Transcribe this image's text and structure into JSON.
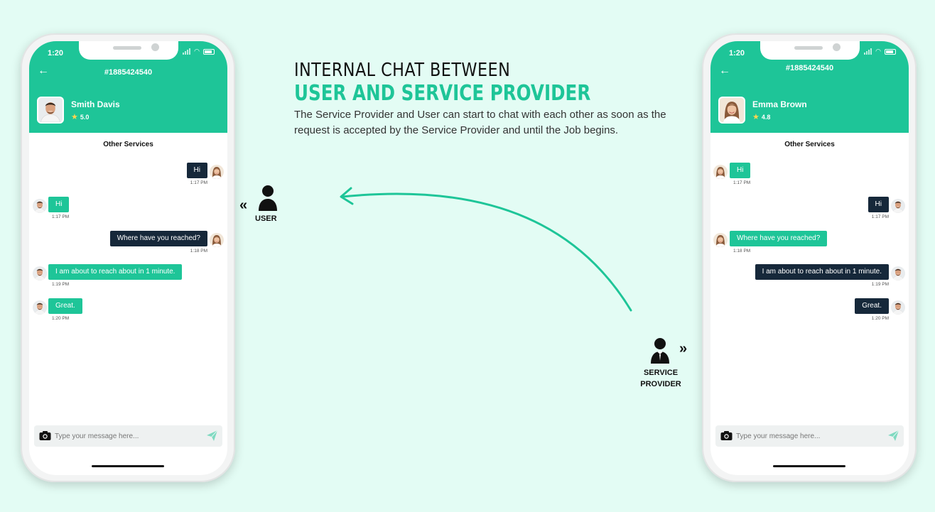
{
  "headline": {
    "line1": "INTERNAL CHAT BETWEEN",
    "line2": "USER AND SERVICE PROVIDER",
    "description": "The Service Provider and User can start to chat with each other as soon as the request is accepted by the Service Provider and until the Job begins."
  },
  "roles": {
    "user": "USER",
    "service_provider_line1": "SERVICE",
    "service_provider_line2": "PROVIDER"
  },
  "colors": {
    "accent": "#1ec598",
    "dark_bubble": "#16283a",
    "background": "#e3fcf4"
  },
  "left_phone": {
    "status_time": "1:20",
    "order_id": "#1885424540",
    "contact_name": "Smith Davis",
    "rating": "5.0",
    "section_label": "Other Services",
    "messages": [
      {
        "text": "Hi",
        "time": "1:17 PM",
        "side": "right"
      },
      {
        "text": "Hi",
        "time": "1:17 PM",
        "side": "left"
      },
      {
        "text": "Where have you reached?",
        "time": "1:18 PM",
        "side": "right"
      },
      {
        "text": "I am about to reach about in 1 minute.",
        "time": "1:19 PM",
        "side": "left"
      },
      {
        "text": "Great.",
        "time": "1:20 PM",
        "side": "left"
      }
    ],
    "input_placeholder": "Type your message here..."
  },
  "right_phone": {
    "status_time": "1:20",
    "order_id": "#1885424540",
    "contact_name": "Emma Brown",
    "rating": "4.8",
    "section_label": "Other Services",
    "messages": [
      {
        "text": "Hi",
        "time": "1:17 PM",
        "side": "left"
      },
      {
        "text": "Hi",
        "time": "1:17 PM",
        "side": "right"
      },
      {
        "text": "Where have you reached?",
        "time": "1:18 PM",
        "side": "left"
      },
      {
        "text": "I am about to reach about in 1 minute.",
        "time": "1:19 PM",
        "side": "right"
      },
      {
        "text": "Great.",
        "time": "1:20 PM",
        "side": "right"
      }
    ],
    "input_placeholder": "Type your message here..."
  }
}
